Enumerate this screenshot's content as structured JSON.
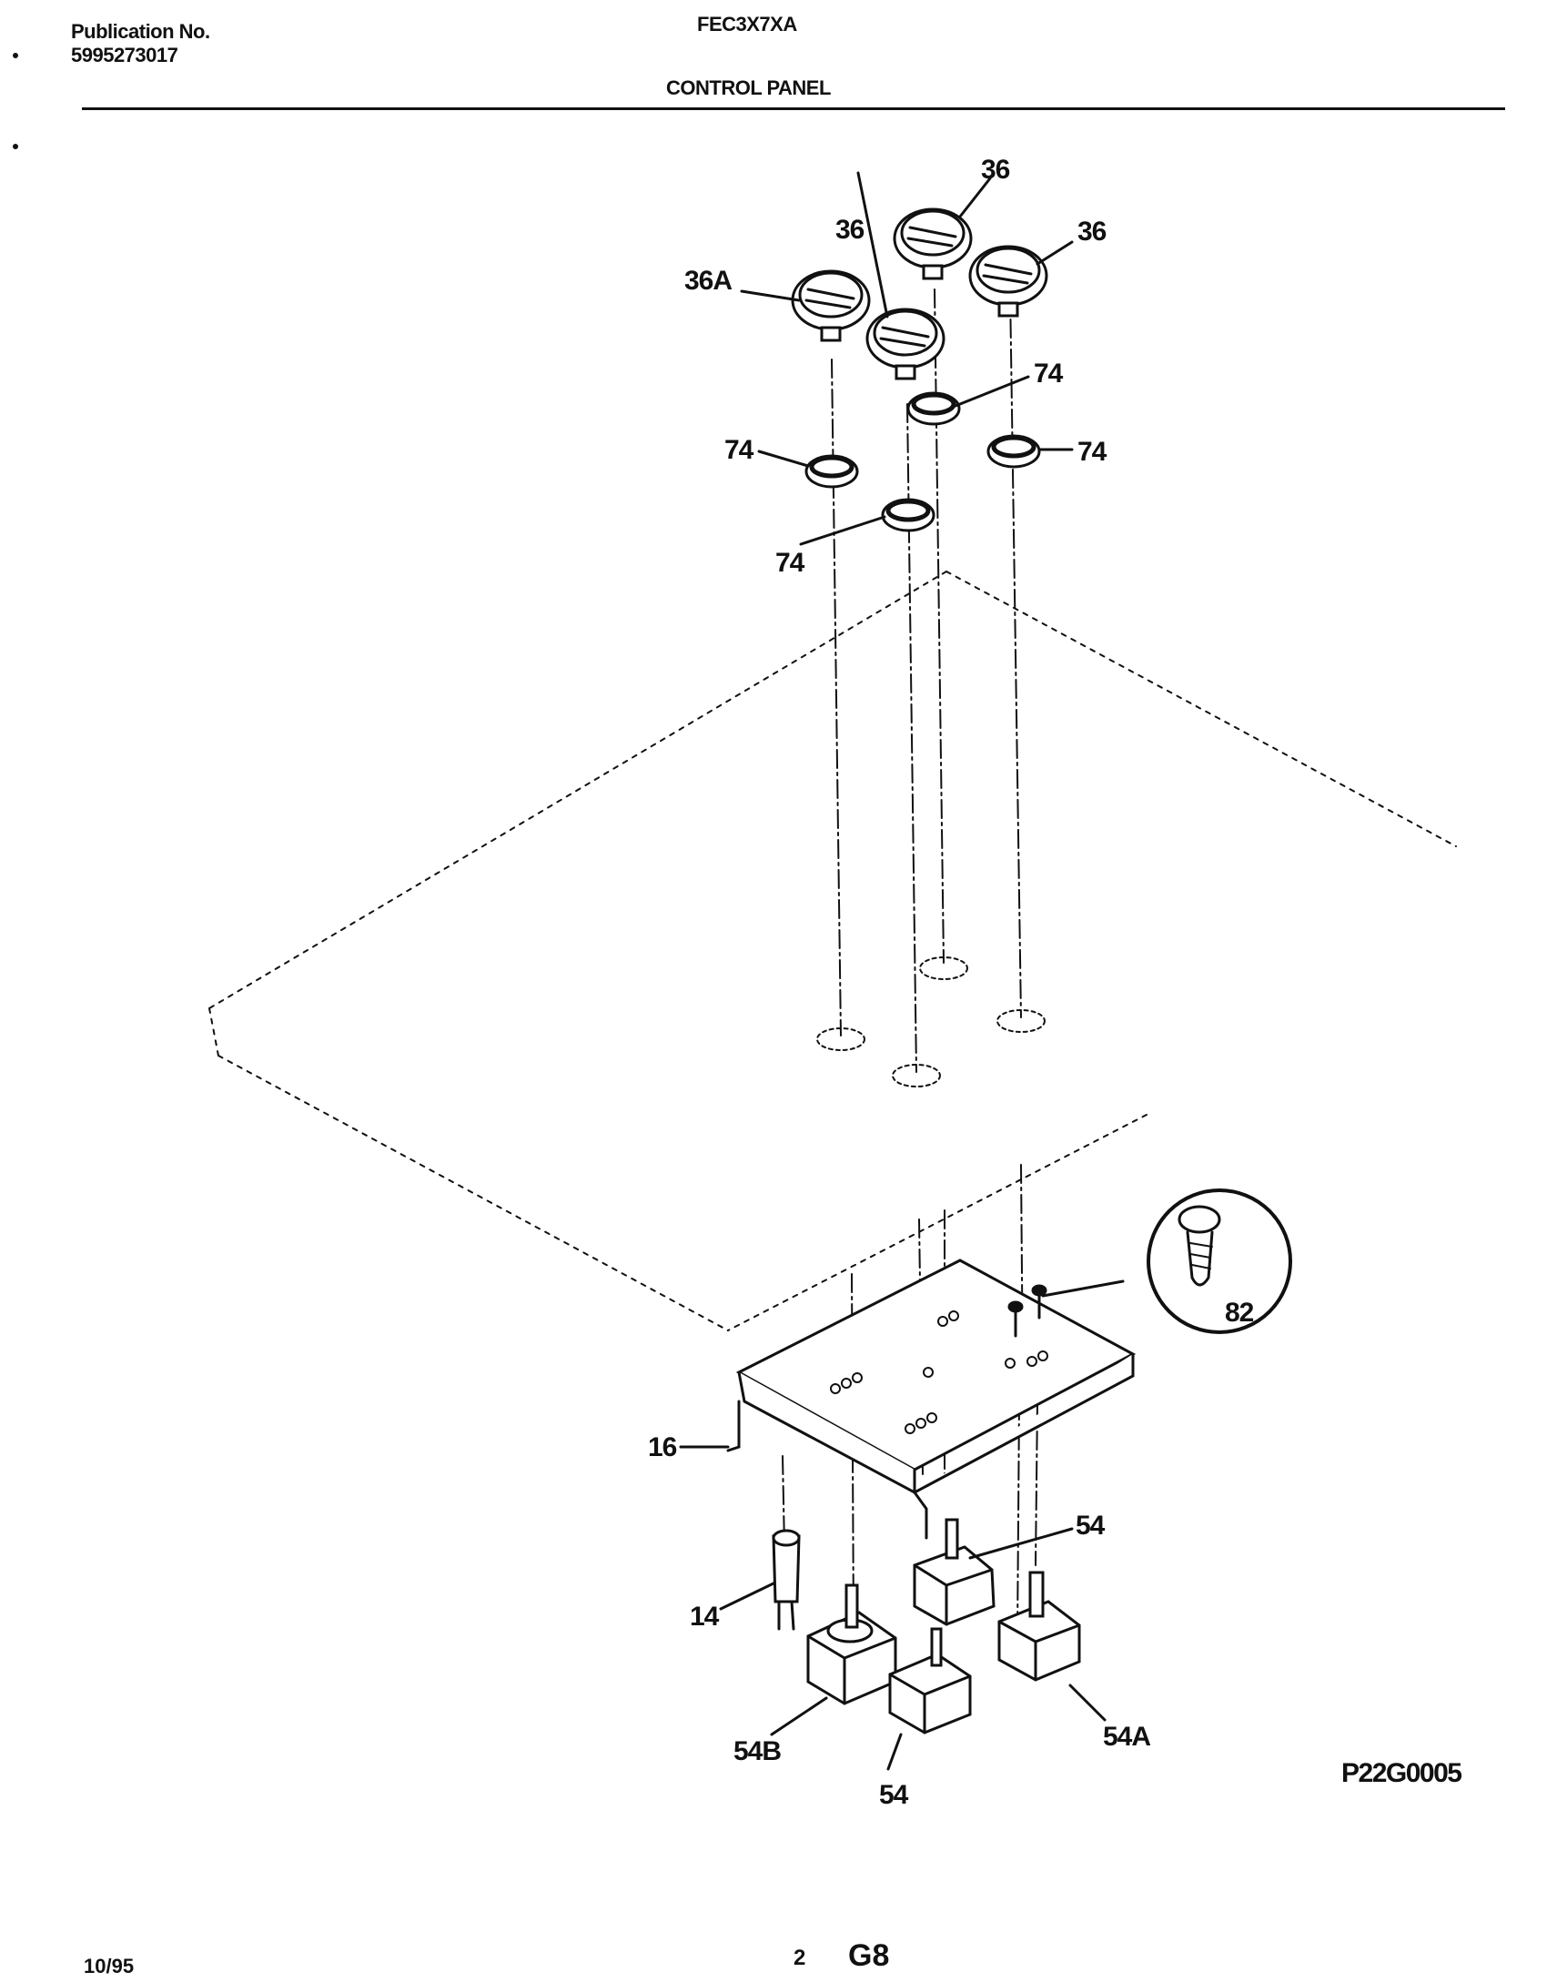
{
  "header": {
    "publication_label": "Publication No.",
    "publication_number": "5995273017",
    "model": "FEC3X7XA",
    "section_title": "CONTROL PANEL"
  },
  "callouts": {
    "knob_top": "36",
    "knob_middle": "36",
    "knob_right": "36",
    "knob_left": "36A",
    "bezel_upper_right": "74",
    "bezel_left": "74",
    "bezel_right": "74",
    "bezel_lower": "74",
    "screw_detail": "82",
    "bracket": "16",
    "switch_upper": "54",
    "indicator_light": "14",
    "switch_lower_left": "54B",
    "switch_lower_middle": "54",
    "switch_lower_right": "54A"
  },
  "footer": {
    "drawing_id": "P22G0005",
    "date": "10/95",
    "page_number": "2",
    "page_code": "G8"
  }
}
